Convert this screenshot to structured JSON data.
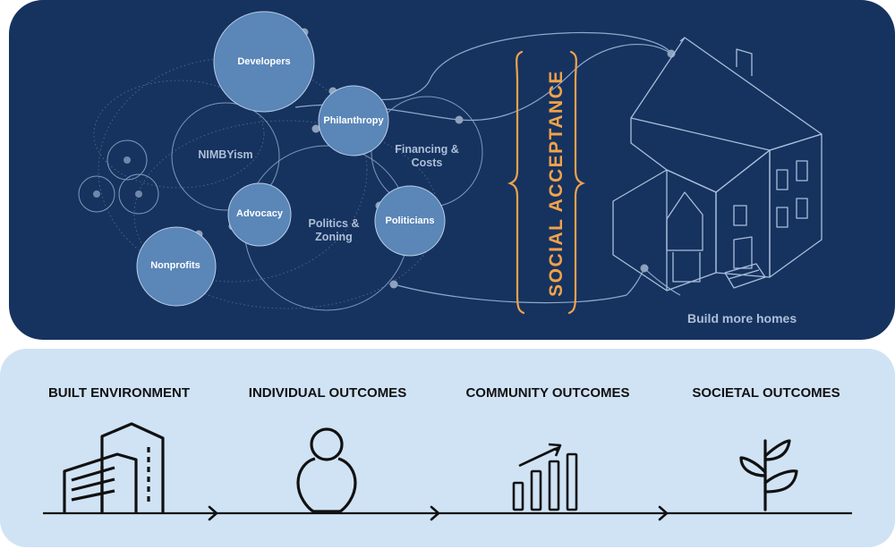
{
  "diagram": {
    "colors": {
      "top_background": "#16335f",
      "bottom_background": "#d0e3f5",
      "bubble_fill": "#5a86b8",
      "accent": "#f3a24a",
      "line": "#8fa9cc"
    },
    "top": {
      "actors": [
        {
          "key": "developers",
          "label": "Developers"
        },
        {
          "key": "philanthropy",
          "label": "Philanthropy"
        },
        {
          "key": "advocacy",
          "label": "Advocacy"
        },
        {
          "key": "politicians",
          "label": "Politicians"
        },
        {
          "key": "nonprofits",
          "label": "Nonprofits"
        }
      ],
      "factors": {
        "nimbyism": "NIMBYism",
        "financing_line1": "Financing &",
        "financing_line2": "Costs",
        "politics_line1": "Politics &",
        "politics_line2": "Zoning"
      },
      "social_acceptance": "SOCIAL ACCEPTANCE",
      "build_more_homes": "Build more homes"
    },
    "bottom": {
      "stages": [
        {
          "title": "BUILT ENVIRONMENT",
          "icon": "building-icon"
        },
        {
          "title": "INDIVIDUAL OUTCOMES",
          "icon": "person-icon"
        },
        {
          "title": "COMMUNITY OUTCOMES",
          "icon": "growth-chart-icon"
        },
        {
          "title": "SOCIETAL OUTCOMES",
          "icon": "sprout-icon"
        }
      ],
      "arrow_icon": "chevron-right-icon"
    }
  }
}
